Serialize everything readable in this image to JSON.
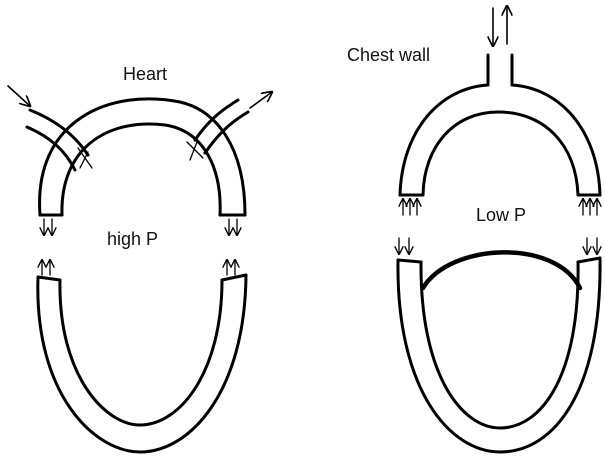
{
  "labels": {
    "heart": "Heart",
    "high_p": "high P",
    "chest_wall": "Chest wall",
    "low_p": "Low P"
  },
  "colors": {
    "stroke": "#000000",
    "background": "#ffffff",
    "text": "#111111"
  }
}
